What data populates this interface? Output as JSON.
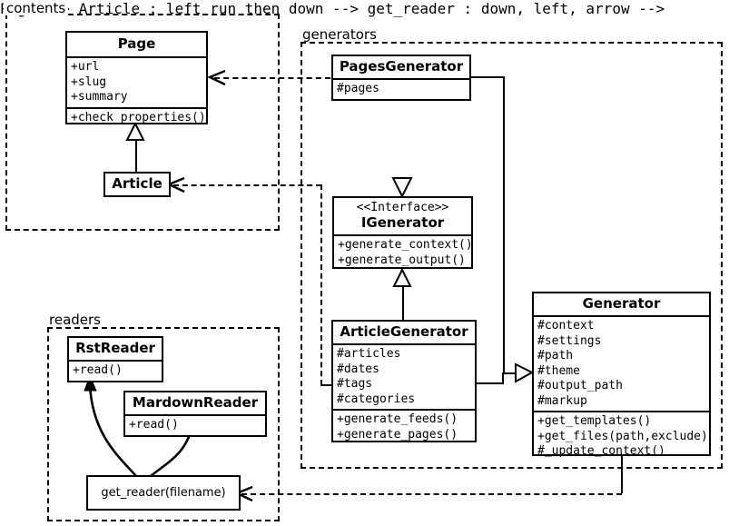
{
  "diagram": {
    "type": "uml-class-diagram",
    "packages": [
      {
        "id": "contents",
        "label": "contents"
      },
      {
        "id": "generators",
        "label": "generators"
      },
      {
        "id": "readers",
        "label": "readers"
      }
    ],
    "classes": [
      {
        "id": "page",
        "name": "Page",
        "stereotype": "",
        "package": "contents",
        "attributes": [
          "+url",
          "+slug",
          "+summary"
        ],
        "operations": [
          "+check_properties()"
        ]
      },
      {
        "id": "article",
        "name": "Article",
        "stereotype": "",
        "package": "contents",
        "attributes": [],
        "operations": []
      },
      {
        "id": "pagesgenerator",
        "name": "PagesGenerator",
        "stereotype": "",
        "package": "generators",
        "attributes": [
          "#pages"
        ],
        "operations": []
      },
      {
        "id": "igenerator",
        "name": "IGenerator",
        "stereotype": "<<Interface>>",
        "package": "generators",
        "attributes": [],
        "operations": [
          "+generate_context()",
          "+generate_output()"
        ]
      },
      {
        "id": "articlegenerator",
        "name": "ArticleGenerator",
        "stereotype": "",
        "package": "generators",
        "attributes": [
          "#articles",
          "#dates",
          "#tags",
          "#categories"
        ],
        "operations": [
          "+generate_feeds()",
          "+generate_pages()"
        ]
      },
      {
        "id": "generator",
        "name": "Generator",
        "stereotype": "",
        "package": "generators",
        "attributes": [
          "#context",
          "#settings",
          "#path",
          "#theme",
          "#output_path",
          "#markup"
        ],
        "operations": [
          "+get_templates()",
          "+get_files(path,exclude)",
          "#_update_context()"
        ]
      },
      {
        "id": "rstreader",
        "name": "RstReader",
        "stereotype": "",
        "package": "readers",
        "attributes": [],
        "operations": [
          "+read()"
        ]
      },
      {
        "id": "mardownreader",
        "name": "MardownReader",
        "stereotype": "",
        "package": "readers",
        "attributes": [],
        "operations": [
          "+read()"
        ]
      }
    ],
    "functions": [
      {
        "id": "get_reader",
        "label": "get_reader(filename)",
        "package": "readers"
      }
    ],
    "relationships": [
      {
        "from": "article",
        "to": "page",
        "kind": "generalization"
      },
      {
        "from": "pagesgenerator",
        "to": "igenerator",
        "kind": "realization"
      },
      {
        "from": "articlegenerator",
        "to": "igenerator",
        "kind": "generalization"
      },
      {
        "from": "pagesgenerator",
        "to": "generator",
        "kind": "generalization"
      },
      {
        "from": "articlegenerator",
        "to": "generator",
        "kind": "generalization"
      },
      {
        "from": "pagesgenerator",
        "to": "page",
        "kind": "dependency"
      },
      {
        "from": "articlegenerator",
        "to": "article",
        "kind": "dependency"
      },
      {
        "from": "generator",
        "to": "get_reader",
        "kind": "dependency"
      },
      {
        "from": "get_reader",
        "to": "rstreader",
        "kind": "association"
      },
      {
        "from": "get_reader",
        "to": "mardownreader",
        "kind": "association"
      }
    ],
    "colors": {
      "line": "#000000",
      "background": "#ffffff"
    }
  }
}
